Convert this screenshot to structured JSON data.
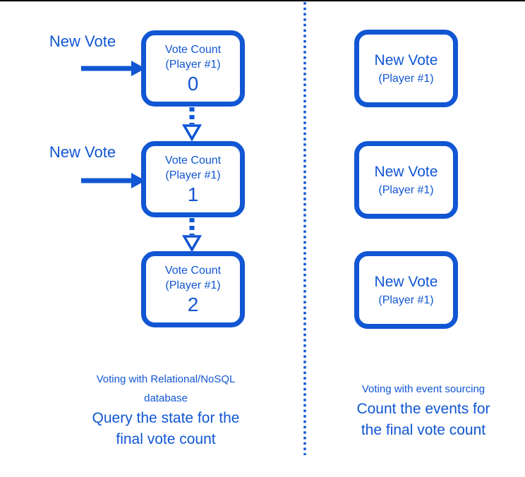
{
  "colors": {
    "accent": "#1156d3",
    "canvas_background": "#ffffff",
    "top_edge": "#000000"
  },
  "left_panel": {
    "new_vote_labels": [
      "New Vote",
      "New Vote"
    ],
    "boxes": [
      {
        "title": "Vote Count",
        "subtitle": "(Player #1)",
        "count": "0"
      },
      {
        "title": "Vote Count",
        "subtitle": "(Player #1)",
        "count": "1"
      },
      {
        "title": "Vote Count",
        "subtitle": "(Player #1)",
        "count": "2"
      }
    ],
    "caption": {
      "small_lines": [
        "Voting with Relational/NoSQL",
        "database"
      ],
      "large_lines": [
        "Query the state for the",
        "final vote count"
      ]
    }
  },
  "right_panel": {
    "boxes": [
      {
        "title": "New Vote",
        "subtitle": "(Player #1)"
      },
      {
        "title": "New Vote",
        "subtitle": "(Player #1)"
      },
      {
        "title": "New Vote",
        "subtitle": "(Player #1)"
      }
    ],
    "caption": {
      "small_lines": [
        "Voting with event sourcing"
      ],
      "large_lines": [
        "Count the events for",
        "the final vote count"
      ]
    }
  }
}
